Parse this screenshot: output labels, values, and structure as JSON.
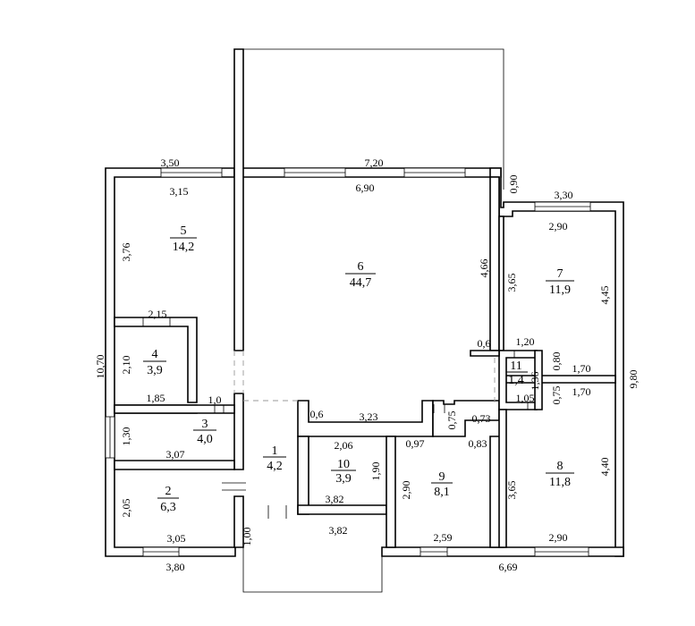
{
  "rooms": [
    {
      "no": "1",
      "area": "4,2"
    },
    {
      "no": "2",
      "area": "6,3"
    },
    {
      "no": "3",
      "area": "4,0"
    },
    {
      "no": "4",
      "area": "3,9"
    },
    {
      "no": "5",
      "area": "14,2"
    },
    {
      "no": "6",
      "area": "44,7"
    },
    {
      "no": "7",
      "area": "11,9"
    },
    {
      "no": "8",
      "area": "11,8"
    },
    {
      "no": "9",
      "area": "8,1"
    },
    {
      "no": "10",
      "area": "3,9"
    },
    {
      "no": "11",
      "area": "1,4"
    }
  ],
  "dims": {
    "top_left": "3,50",
    "room5_top": "3,15",
    "room5_side": "3,76",
    "room4_top": "2,15",
    "room4_side": "2,10",
    "room4_bottom": "1,85",
    "corridor_w": "1,0",
    "room3_side": "1,30",
    "room3_bottom": "3,07",
    "room2_side": "2,05",
    "room2_bottom": "3,05",
    "bottom_left": "3,80",
    "left_total": "10,70",
    "top_mid": "7,20",
    "room6_top": "6,90",
    "room6_side": "4,66",
    "step_0_6_a": "0,6",
    "step_0_6_b": "0,6",
    "room6_bottom": "3,23",
    "room10_top": "2,06",
    "room10_side": "1,90",
    "room10_bottom": "3,82",
    "entry_bottom": "3,82",
    "entry_side": "1,00",
    "room9_top_l": "0,97",
    "room9_notch": "0,75",
    "room9_top_r": "0,83",
    "room9_side": "2,90",
    "room9_bottom": "2,59",
    "step_0_73": "0,73",
    "bottom_right": "6,69",
    "top_right_offset": "0,90",
    "top_right": "3,30",
    "room7_top": "2,90",
    "room7_side_l": "3,65",
    "room7_side_r": "4,45",
    "room11_top": "1,20",
    "room11_side": "1,36",
    "room11_r": "0,80",
    "room11_bottom": "1,05",
    "room11_r2": "0,75",
    "room7_bottom": "1,70",
    "room8_top": "1,70",
    "room8_side_l": "3,65",
    "room8_side_r": "4,40",
    "room8_bottom": "2,90",
    "right_total": "9,80"
  }
}
